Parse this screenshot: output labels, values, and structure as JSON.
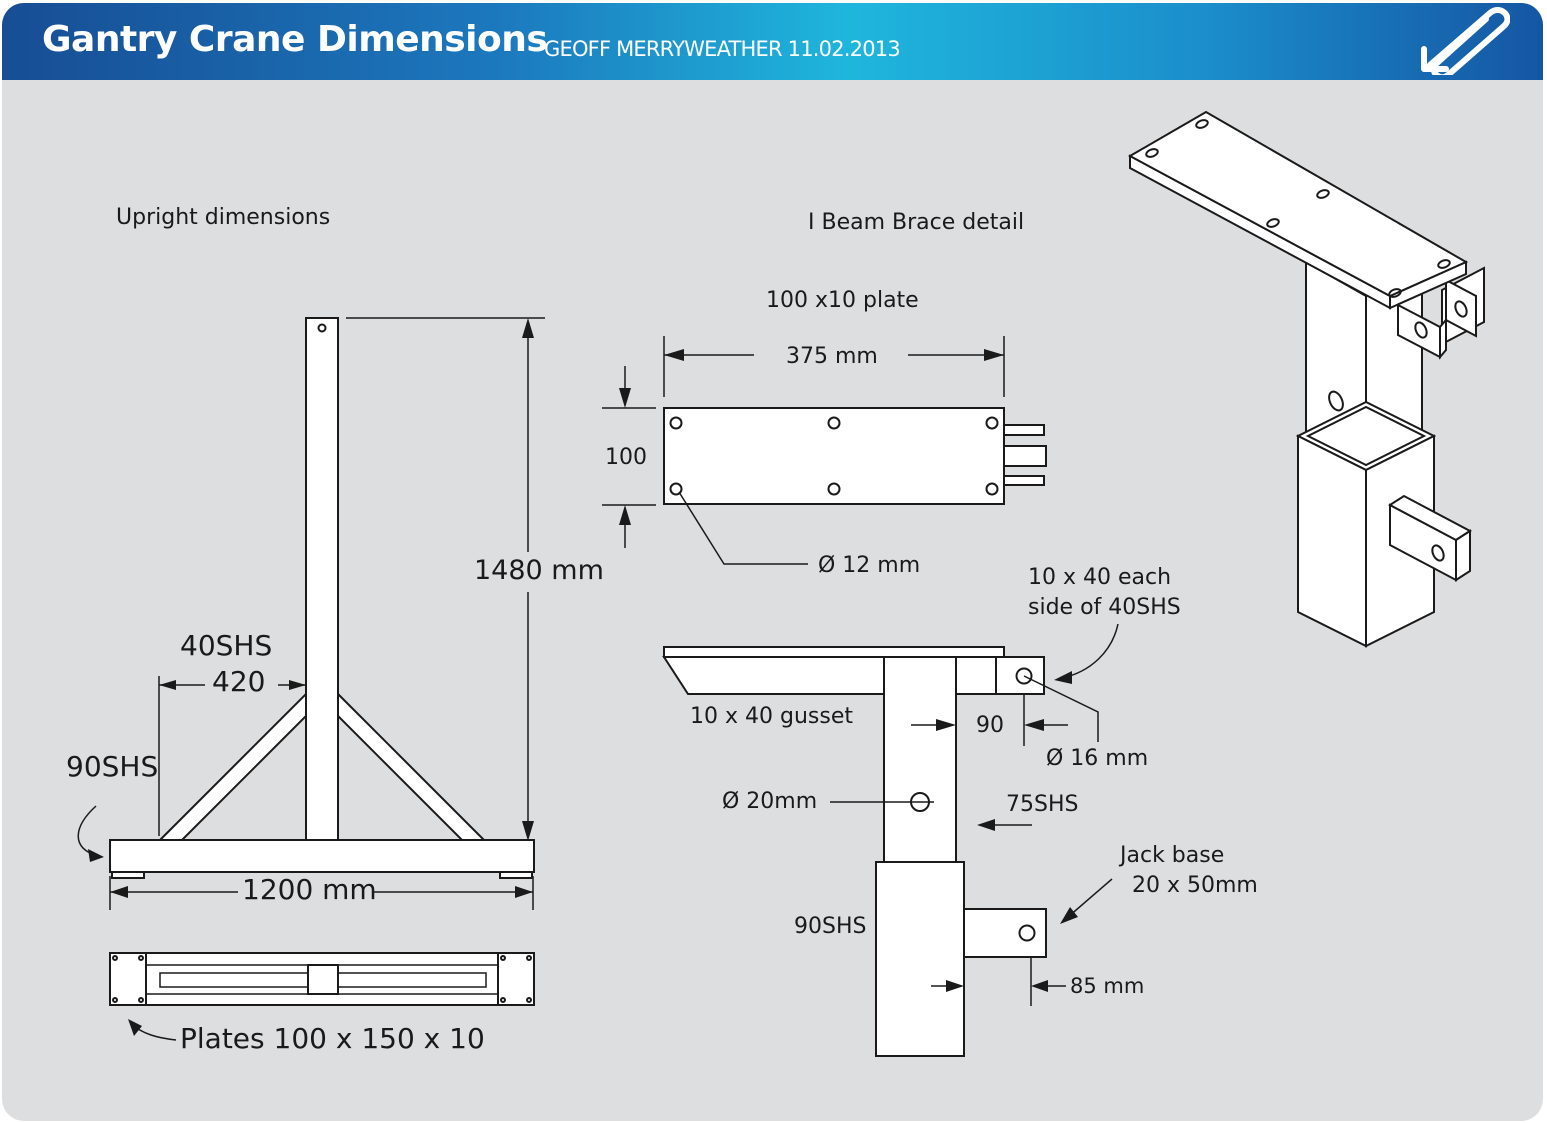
{
  "header": {
    "title": "Gantry Crane Dimensions",
    "subtitle": "GEOFF MERRYWEATHER 11.02.2013",
    "icon": "paperclip-icon"
  },
  "upright": {
    "section_label": "Upright dimensions",
    "height_label": "1480 mm",
    "brace_label": "40SHS",
    "brace_offset_label": "420",
    "base_label": "90SHS",
    "width_label": "1200 mm",
    "plates_label": "Plates 100 x 150 x 10"
  },
  "brace_detail": {
    "section_label": "I Beam Brace detail",
    "plate_label": "100 x10 plate",
    "length_label": "375 mm",
    "width_label": "100",
    "hole_label": "Ø 12 mm",
    "side_plate_label_1": "10 x 40 each",
    "side_plate_label_2": "side of 40SHS",
    "gusset_label": "10 x 40 gusset",
    "offset_label": "90",
    "pin_hole_label": "Ø 16 mm",
    "post_hole_label": "Ø 20mm",
    "post_label": "75SHS",
    "jack_label_1": "Jack base",
    "jack_label_2": "20 x 50mm",
    "sleeve_label": "90SHS",
    "jack_offset_label": "85 mm"
  },
  "colors": {
    "background": "#dcdee0",
    "header_dark": "#174d94",
    "header_light": "#1fb6dc",
    "line": "#1a1a1a"
  }
}
